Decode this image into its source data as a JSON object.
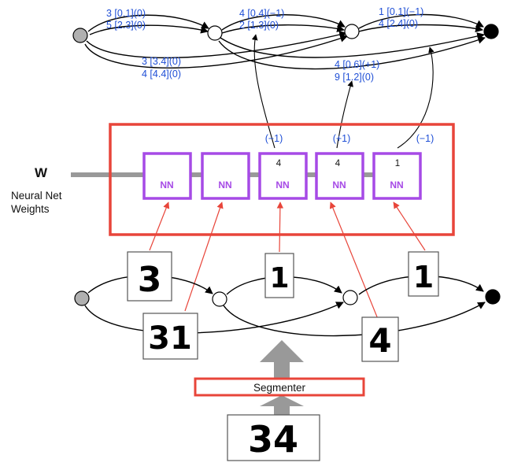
{
  "top_graph": {
    "edge_labels": {
      "e1": "3 [0.1](0)",
      "e2": "5 [2.3](0)",
      "e3": "4 [0.4](−1)",
      "e4": "2 [1.3](0)",
      "e5": "1 [0.1](−1)",
      "e6": "4 [2.4](0)",
      "e7": "3 [3.4](0)",
      "e8": "4 [4.4](0)",
      "e9": "4 [0.6](+1)",
      "e10": "9 [1.2](0)"
    }
  },
  "weights": {
    "symbol": "W",
    "caption_line1": "Neural Net",
    "caption_line2": "Weights"
  },
  "nn_units": [
    {
      "label": "NN",
      "top": "",
      "signal": ""
    },
    {
      "label": "NN",
      "top": "",
      "signal": ""
    },
    {
      "label": "NN",
      "top": "4",
      "signal": "(−1)"
    },
    {
      "label": "NN",
      "top": "4",
      "signal": "(+1)"
    },
    {
      "label": "NN",
      "top": "1",
      "signal": "(−1)"
    }
  ],
  "segments": {
    "s3": "3",
    "s1a": "1",
    "s1b": "1",
    "s31": "31",
    "s4": "4"
  },
  "segmenter": {
    "label": "Segmenter"
  },
  "input_image": {
    "text": "34"
  },
  "colors": {
    "blue_text": "#1f4fd6",
    "nn_purple": "#a64ae6",
    "red": "#e8453a",
    "arrow_gray": "#999999",
    "start_node": "#b0b0b0",
    "end_node": "#000000"
  }
}
